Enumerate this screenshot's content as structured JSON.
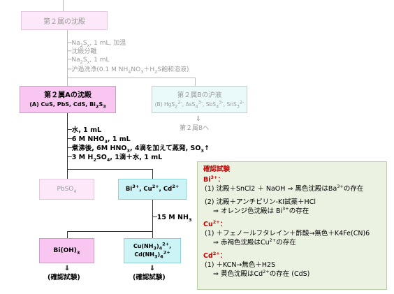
{
  "top_box": {
    "label": "第２属の沈殿"
  },
  "steps_group2": [
    {
      "html": "Na<sub>2</sub>S<sub>x</sub>, 1 mL, 加温"
    },
    {
      "html": "沈殿分離"
    },
    {
      "html": "Na<sub>2</sub>S<sub>x</sub>, 1 mL"
    },
    {
      "html": "沪過洗浄(0.1 M NH<sub>4</sub>NO<sub>3</sub>＋H<sub>2</sub>S飽和溶液)"
    }
  ],
  "group2a_box": {
    "title": "第２属Aの沈殿",
    "sub_html": "(A) CuS, PbS, CdS, Bi<sub>2</sub>S<sub>3</sub>"
  },
  "group2b_box": {
    "title": "第２属Bの沪液",
    "sub_html": "(B) HgS<sub>2</sub><sup>2-</sup>, AsS<sub>4</sub><sup>3-</sup>, SbS<sub>4</sub><sup>3-</sup>, SnS<sub>3</sub><sup>2-</sup>"
  },
  "group2b_next": "第２属Bへ",
  "steps_group2a": [
    {
      "html": "水, 1 mL"
    },
    {
      "html": "6 M NHO<sub>3</sub>, 1 mL"
    },
    {
      "html": "煮沸後, 6M HNO<sub>3</sub>, 4滴を加えて蒸発, SO<sub>3</sub>↑"
    },
    {
      "html": "3 M H<sub>2</sub>SO<sub>4</sub>, 1滴＋水, 1 mL"
    }
  ],
  "pbso4_box": {
    "html": "PbSO<sub>4</sub>"
  },
  "bicucd_box": {
    "html": "Bi<sup>3+</sup>, Cu<sup>2+</sup>, Cd<sup>2+</sup>"
  },
  "nh3_step": {
    "html": "15 M NH<sub>3</sub>"
  },
  "bioh3_box": {
    "html": "Bi(OH)<sub>3</sub>"
  },
  "cucd_box": {
    "html": "Cu(NH<sub>3</sub>)<sub>4</sub><sup>2+</sup>,<br>Cd(NH<sub>3</sub>)<sub>4</sub><sup>2+</sup>"
  },
  "confirm_label": "(確認試験)",
  "confirm_box": {
    "title": "確認試験",
    "bi_ion_html": "Bi<sup>3+</sup>：",
    "bi_1_html": "(1) 沈殿＋SnCl2 ＋ NaOH ⇒ 黒色沈殿はBa<sup>3+</sup>の存在",
    "bi_2a_html": "(2) 沈殿＋アンチピリン-KI試薬＋HCl",
    "bi_2b_html": "⇒ オレンジ色沈殿は Bi<sup>3+</sup>の存在",
    "cu_ion_html": "Cu<sup>2+</sup>：",
    "cu_1a_html": "(1) ＋フェノールフタレイン＋酢酸→無色＋K4Fe(CN)6",
    "cu_1b_html": "⇒ 赤褐色沈殿はCu<sup>2+</sup>の存在",
    "cd_ion_html": "Cd<sup>2+</sup>：",
    "cd_1a_html": "(1) ＋KCN→無色＋H2S",
    "cd_1b_html": "⇒ 黄色沈殿はCd<sup>2+</sup>の存在 (CdS)"
  },
  "colors": {
    "pink": "#f9c6f2",
    "pale_pink": "#fce8f8",
    "cyan": "#ccf4f7",
    "pale_cyan": "#eafafb",
    "green": "#ebf2e2",
    "red": "#c00000"
  }
}
